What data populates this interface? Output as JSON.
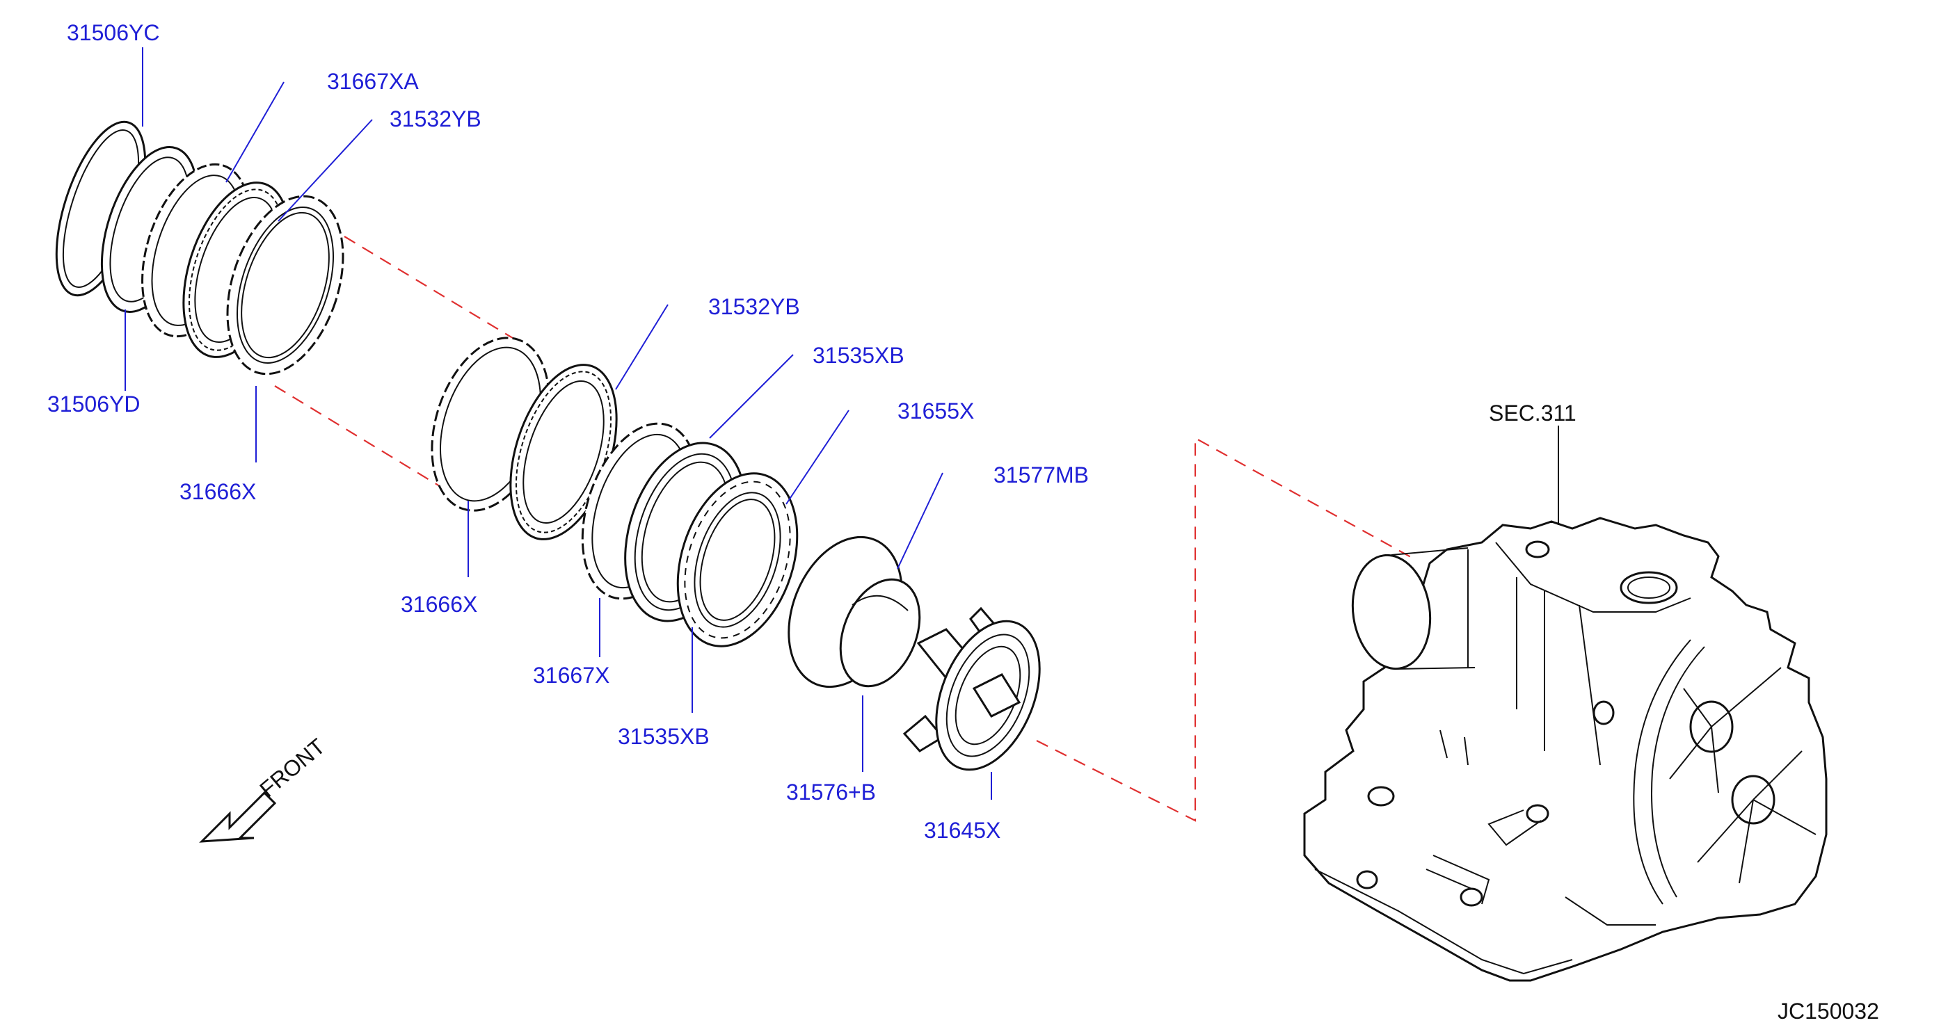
{
  "diagram": {
    "code": "JC150032",
    "section_ref": "SEC.311",
    "front_label": "FRONT",
    "colors": {
      "part_label": "#1f1fd6",
      "assembly_line": "#e03030",
      "drawing": "#111111"
    },
    "parts": [
      {
        "id": "p1",
        "number": "31506YC"
      },
      {
        "id": "p2",
        "number": "31667XA"
      },
      {
        "id": "p3",
        "number": "31532YB"
      },
      {
        "id": "p4",
        "number": "31506YD"
      },
      {
        "id": "p5",
        "number": "31666X"
      },
      {
        "id": "p6",
        "number": "31532YB"
      },
      {
        "id": "p7",
        "number": "31535XB"
      },
      {
        "id": "p8",
        "number": "31655X"
      },
      {
        "id": "p9",
        "number": "31577MB"
      },
      {
        "id": "p10",
        "number": "31666X"
      },
      {
        "id": "p11",
        "number": "31667X"
      },
      {
        "id": "p12",
        "number": "31535XB"
      },
      {
        "id": "p13",
        "number": "31576+B"
      },
      {
        "id": "p14",
        "number": "31645X"
      }
    ]
  }
}
